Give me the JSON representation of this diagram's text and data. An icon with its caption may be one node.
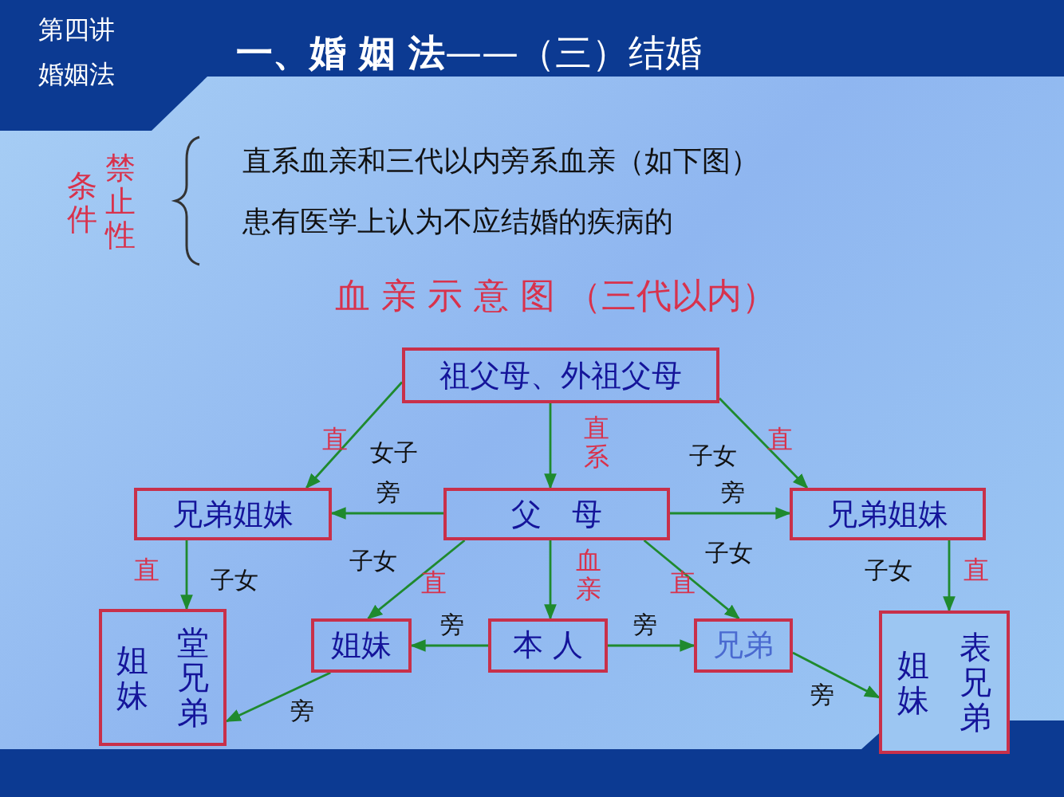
{
  "diagram": {
    "title": "**一、婚 姻 法**——（三）结婚",
    "nodes": [
      {
        "text": [
          "祖父母、外祖父母"
        ]
      },
      {
        "text": [
          "兄弟姐妹"
        ]
      },
      {
        "text": [
          "父　母"
        ]
      },
      {
        "text": [
          "兄弟姐妹"
        ]
      },
      {
        "text": [
          "姐妹",
          "堂兄弟"
        ]
      },
      {
        "text": [
          "姐妹"
        ]
      },
      {
        "text": [
          "本 人"
        ]
      },
      {
        "text": [
          "兄弟"
        ]
      },
      {
        "text": [
          "姐妹",
          "表兄弟"
        ]
      }
    ],
    "edges": [
      {
        "from": 0,
        "to": 1,
        "arrow": "to"
      },
      {
        "from": 0,
        "to": 2,
        "arrow": "to"
      },
      {
        "from": 0,
        "to": 3,
        "arrow": "to"
      },
      {
        "from": 2,
        "to": 1,
        "arrow": "to"
      },
      {
        "from": 2,
        "to": 3,
        "arrow": "to"
      },
      {
        "from": 1,
        "to": 4,
        "arrow": "to"
      },
      {
        "from": 2,
        "to": 5,
        "arrow": "to"
      },
      {
        "from": 2,
        "to": 6,
        "arrow": "to"
      },
      {
        "from": 2,
        "to": 7,
        "arrow": "to"
      },
      {
        "from": 3,
        "to": 8,
        "arrow": "to"
      },
      {
        "from": 6,
        "to": 5,
        "arrow": "to"
      },
      {
        "from": 6,
        "to": 7,
        "arrow": "to"
      },
      {
        "from": 5,
        "to": 4,
        "arrow": "to"
      },
      {
        "from": 7,
        "to": 8,
        "arrow": "to"
      }
    ],
    "labels": [
      "第四讲",
      "婚姻法",
      "禁止性",
      "条件",
      "直系血亲和三代以内旁系血亲（如下图）",
      "患有医学上认为不应结婚的疾病的",
      "血 亲 示 意 图 （三代以内）",
      "直",
      "女子",
      "直系",
      "子女",
      "直",
      "旁",
      "旁",
      "直",
      "子女",
      "子女",
      "直",
      "血亲",
      "子女",
      "直",
      "子女",
      "直",
      "旁",
      "旁",
      "旁",
      "旁"
    ]
  }
}
